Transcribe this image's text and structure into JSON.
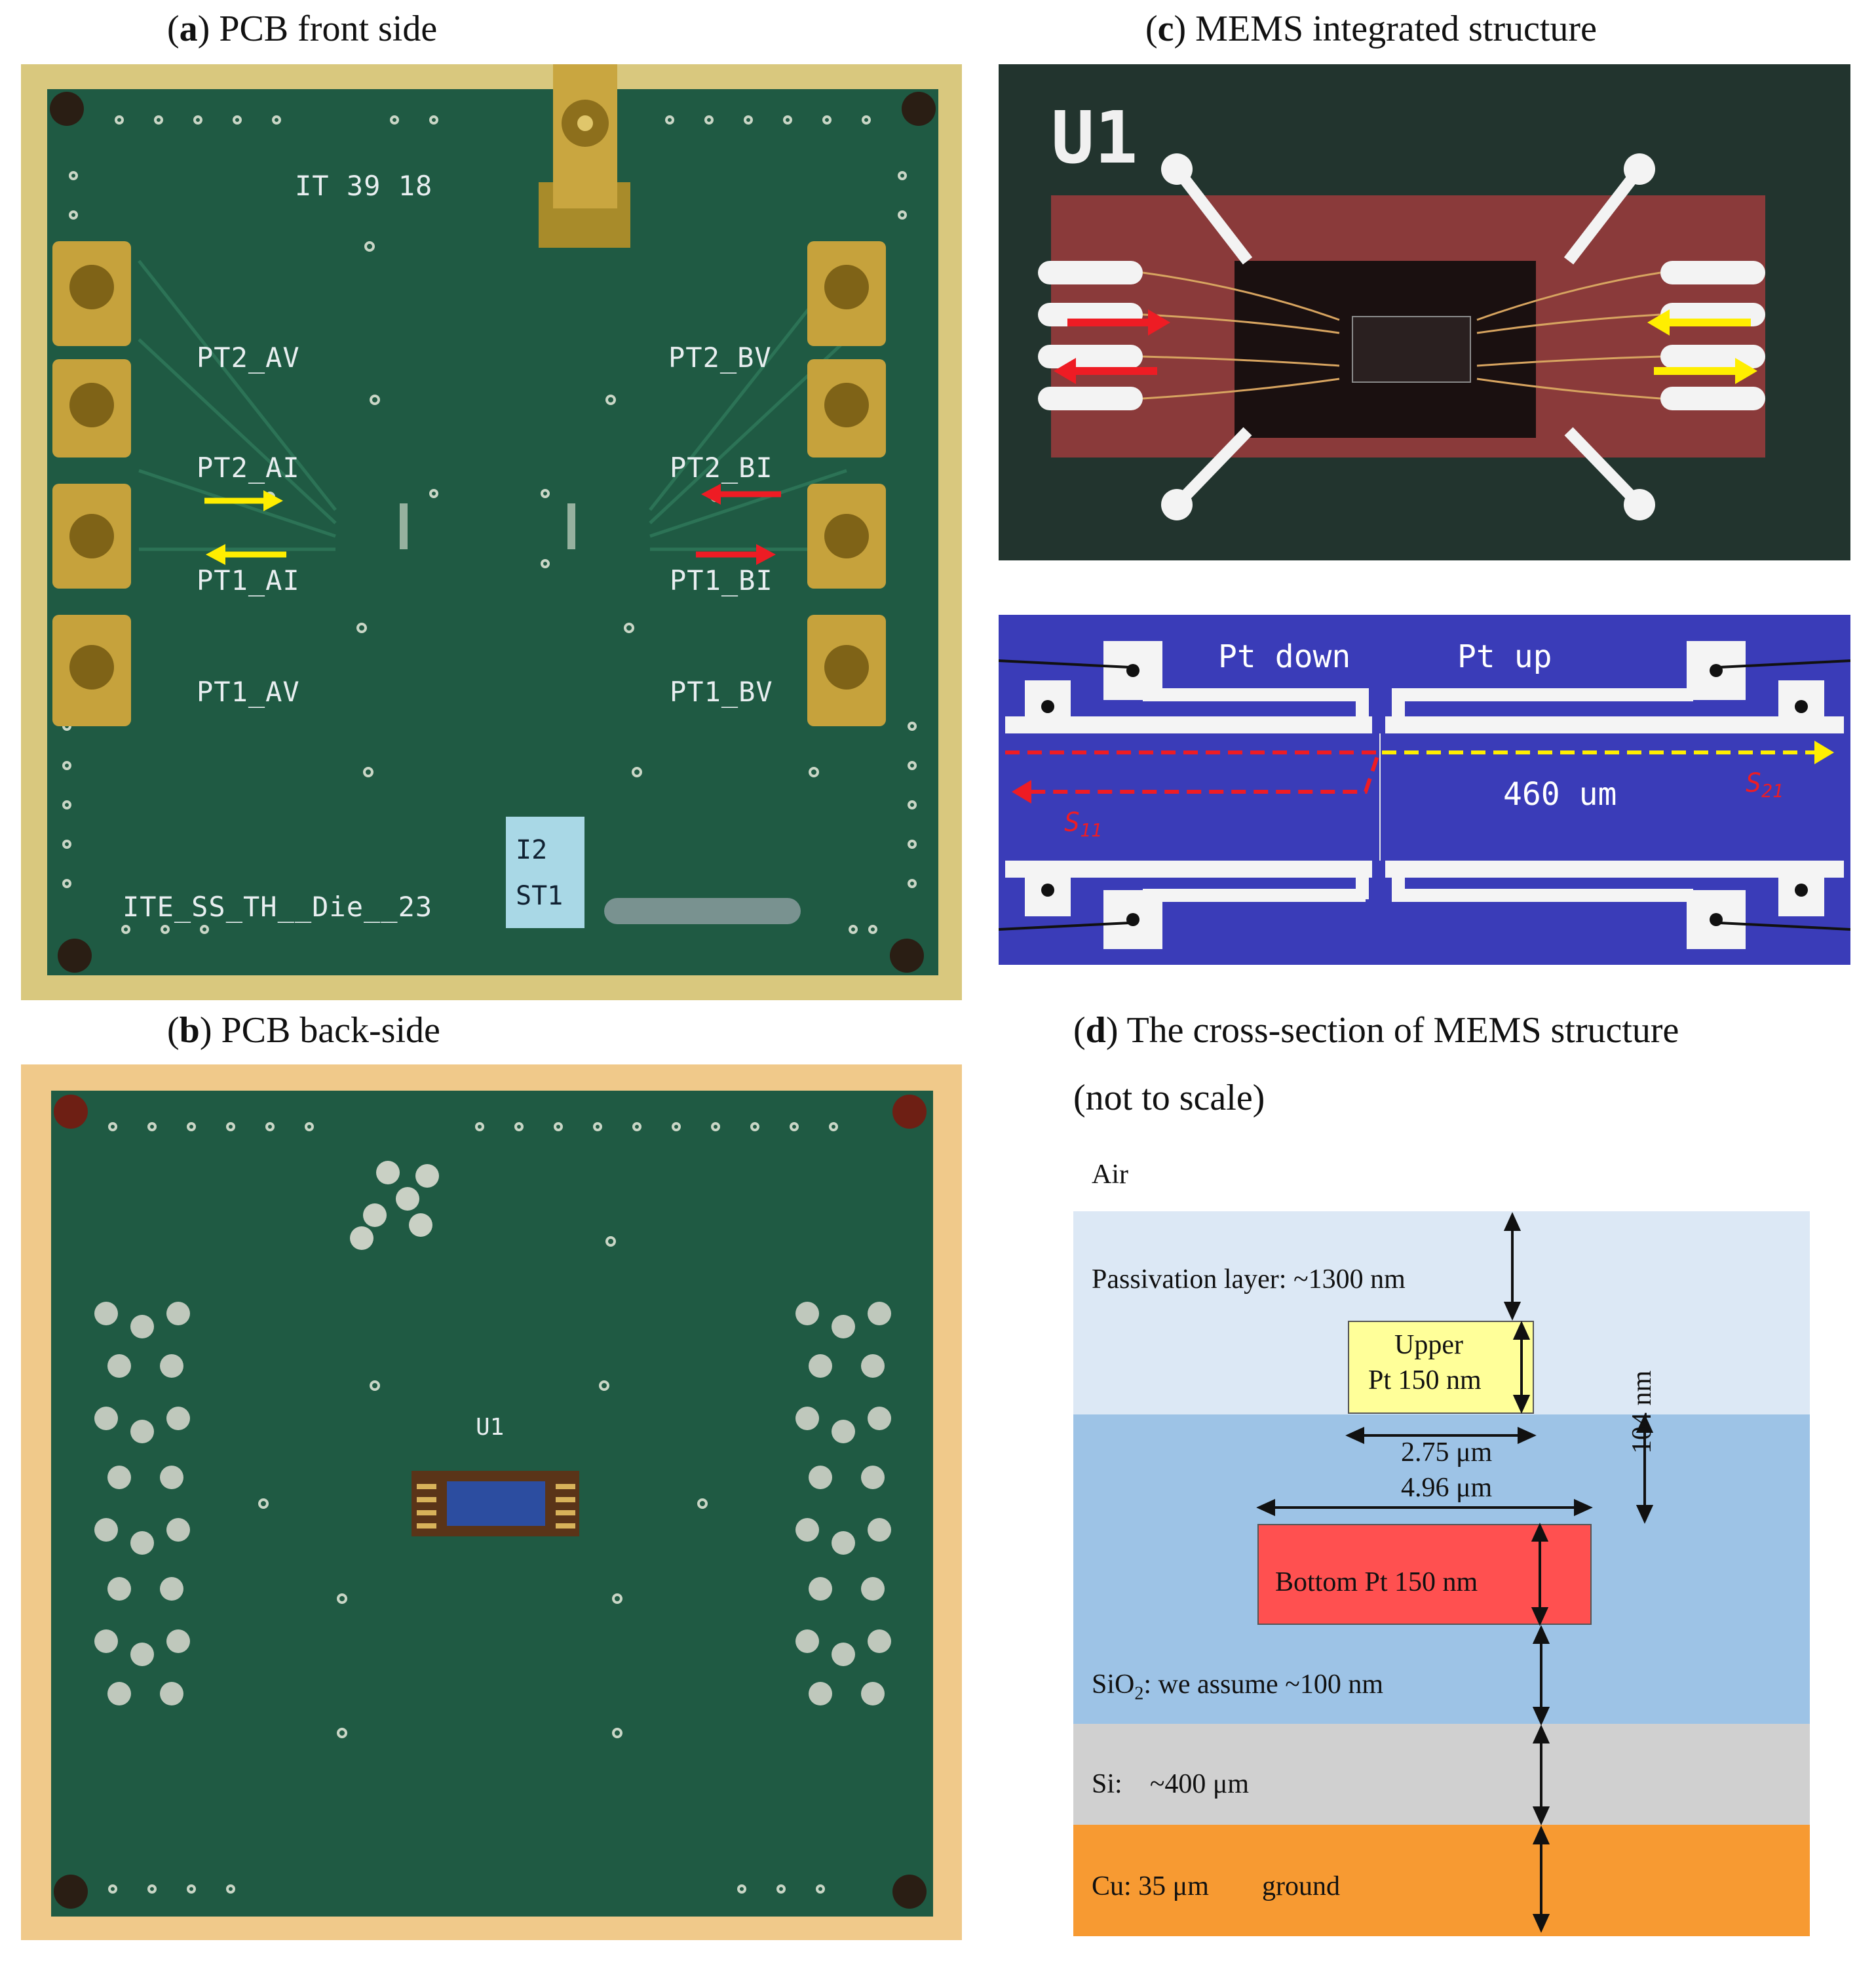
{
  "captions": {
    "a": {
      "letter": "a",
      "text": "PCB front side"
    },
    "b": {
      "letter": "b",
      "text": "PCB back-side"
    },
    "c": {
      "letter": "c",
      "text": "MEMS integrated structure"
    },
    "d": {
      "letter": "d",
      "text": "The cross-section of MEMS structure",
      "line2": "(not to scale)"
    }
  },
  "pcb_front": {
    "board_id": "IT 39 18",
    "ports_left": [
      "PT2_AV",
      "PT2_AI",
      "PT1_AI",
      "PT1_AV"
    ],
    "ports_right": [
      "PT2_BV",
      "PT2_BI",
      "PT1_BI",
      "PT1_BV"
    ],
    "die_label": "ITE_SS_TH__Die__23",
    "sticker_line1": "I2",
    "sticker_line2": "ST1"
  },
  "pcb_back": {
    "chip_label": "U1"
  },
  "mems_top": {
    "chip_label": "U1"
  },
  "mems_micrograph": {
    "label_left": "Pt  down",
    "label_right": "Pt  up",
    "length_label": "460  um",
    "s11_main": "S",
    "s11_sub": "11",
    "s21_main": "S",
    "s21_sub": "21"
  },
  "cross_section": {
    "air": "Air",
    "passivation": "Passivation layer:  ~1300 nm",
    "upper_pt_line1": "Upper",
    "upper_pt_line2": "Pt 150 nm",
    "dim_upper_width": "2.75 μm",
    "dim_bottom_width": "4.96 μm",
    "dim_gap": "104 nm",
    "bottom_pt": "Bottom Pt 150 nm",
    "sio2_a": "SiO",
    "sio2_sub": "2",
    "sio2_b": ": we assume ~100 nm",
    "si": "Si:    ~400 μm",
    "cu_a": "Cu: 35 μm",
    "cu_b": "ground"
  },
  "colors": {
    "pcb_green": "#1f5a43",
    "pcb_border": "#d4c27a",
    "arrow_red": "#ee1c24",
    "arrow_yellow": "#ffee00",
    "passivation": "#dce8f5",
    "sio2": "#9dc3e6",
    "si": "#d0d0d0",
    "cu": "#f79a32",
    "upper_pt": "#ffff99",
    "bottom_pt": "#ff5050",
    "micrograph_blue": "#3a3cb8"
  }
}
